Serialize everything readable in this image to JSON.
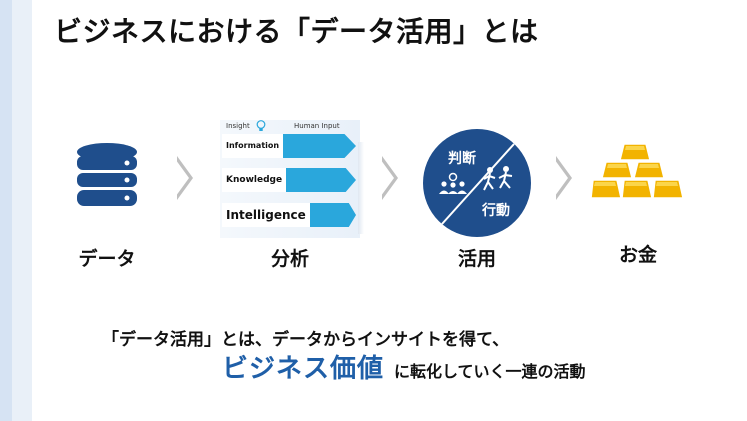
{
  "title": "ビジネスにおける「データ活用」とは",
  "steps": {
    "data": "データ",
    "analysis": "分析",
    "utilization": "活用",
    "money": "お金"
  },
  "analysis_panel": {
    "insight": "Insight",
    "human_input": "Human Input",
    "rows": [
      "Information",
      "Knowledge",
      "Intelligence"
    ]
  },
  "circle": {
    "judgment": "判断",
    "action": "行動"
  },
  "statement": {
    "line1": "「データ活用」とは、データからインサイトを得て、",
    "highlight": "ビジネス価値",
    "line2_rest": "に転化していく一連の活動"
  },
  "colors": {
    "navy": "#1f4e8c",
    "cyan": "#2aa7dc",
    "gold": "#f2b300",
    "highlight": "#1f5fa8"
  }
}
